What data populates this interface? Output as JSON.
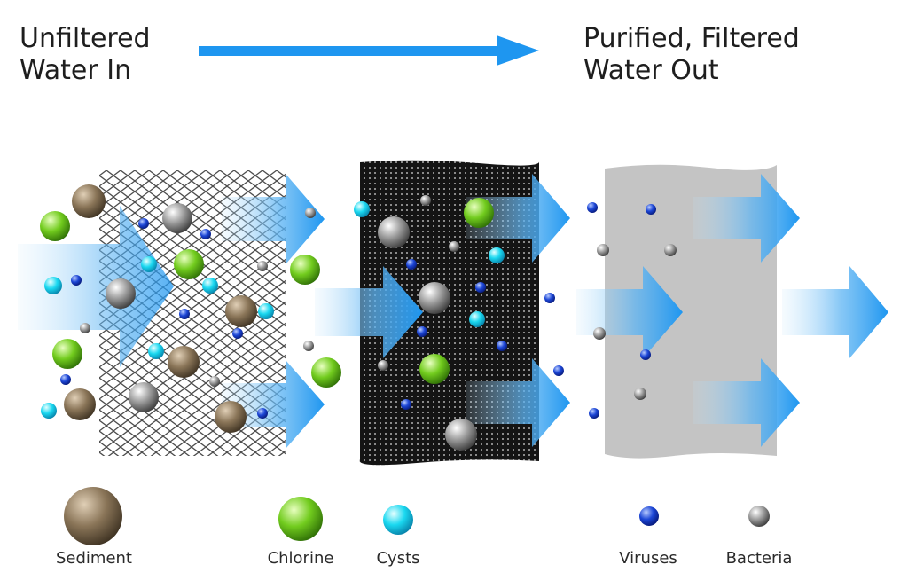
{
  "header": {
    "input_label": "Unfiltered Water In",
    "output_label": "Purified, Filtered Water Out"
  },
  "legend": {
    "items": [
      {
        "key": "sediment",
        "label": "Sediment"
      },
      {
        "key": "chlorine",
        "label": "Chlorine"
      },
      {
        "key": "cysts",
        "label": "Cysts"
      },
      {
        "key": "viruses",
        "label": "Viruses"
      },
      {
        "key": "bacteria",
        "label": "Bacteria"
      }
    ]
  },
  "colors": {
    "flow_arrow": "#1e96f0",
    "sediment": "#7d6a52",
    "chlorine": "#6cc61c",
    "cysts": "#19d7ef",
    "viruses": "#1038c8",
    "bacteria": "#8c8c8c",
    "fine_filter": "#151515",
    "membrane": "#c4c4c4",
    "mesh": "#555555"
  }
}
